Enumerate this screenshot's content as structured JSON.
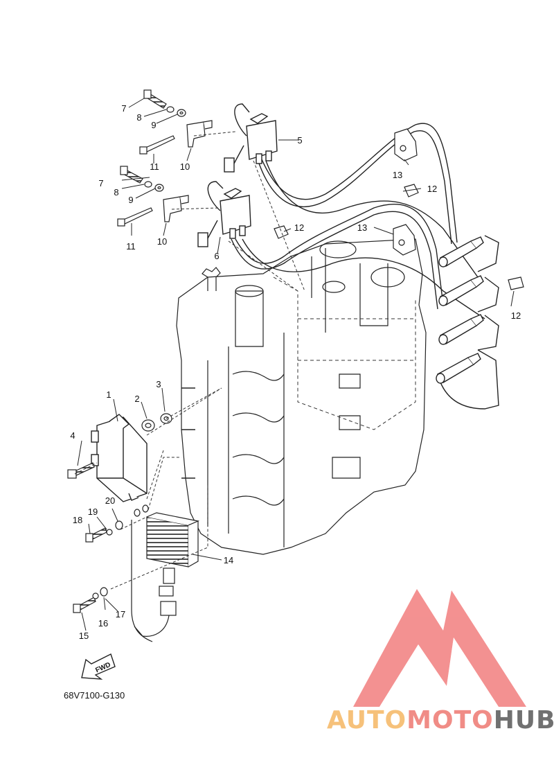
{
  "diagram": {
    "part_code": "68V7100-G130",
    "fwd_label": "FWD",
    "callouts": [
      {
        "id": "c1",
        "text": "1"
      },
      {
        "id": "c2",
        "text": "2"
      },
      {
        "id": "c3",
        "text": "3"
      },
      {
        "id": "c4",
        "text": "4"
      },
      {
        "id": "c5",
        "text": "5"
      },
      {
        "id": "c6",
        "text": "6"
      },
      {
        "id": "c7a",
        "text": "7"
      },
      {
        "id": "c7b",
        "text": "7"
      },
      {
        "id": "c8a",
        "text": "8"
      },
      {
        "id": "c8b",
        "text": "8"
      },
      {
        "id": "c9a",
        "text": "9"
      },
      {
        "id": "c9b",
        "text": "9"
      },
      {
        "id": "c10a",
        "text": "10"
      },
      {
        "id": "c10b",
        "text": "10"
      },
      {
        "id": "c11a",
        "text": "11"
      },
      {
        "id": "c11b",
        "text": "11"
      },
      {
        "id": "c12a",
        "text": "12"
      },
      {
        "id": "c12b",
        "text": "12"
      },
      {
        "id": "c12c",
        "text": "12"
      },
      {
        "id": "c13a",
        "text": "13"
      },
      {
        "id": "c13b",
        "text": "13"
      },
      {
        "id": "c14",
        "text": "14"
      },
      {
        "id": "c15",
        "text": "15"
      },
      {
        "id": "c16",
        "text": "16"
      },
      {
        "id": "c17",
        "text": "17"
      },
      {
        "id": "c18",
        "text": "18"
      },
      {
        "id": "c19",
        "text": "19"
      },
      {
        "id": "c20",
        "text": "20"
      }
    ]
  },
  "watermark": {
    "part1": "AUTO",
    "part2": "MOTO",
    "part3": "HUB",
    "colors": {
      "auto": "#f6c17a",
      "moto": "#f08c86",
      "hub": "#707070",
      "logo": "#f27e7e"
    }
  }
}
